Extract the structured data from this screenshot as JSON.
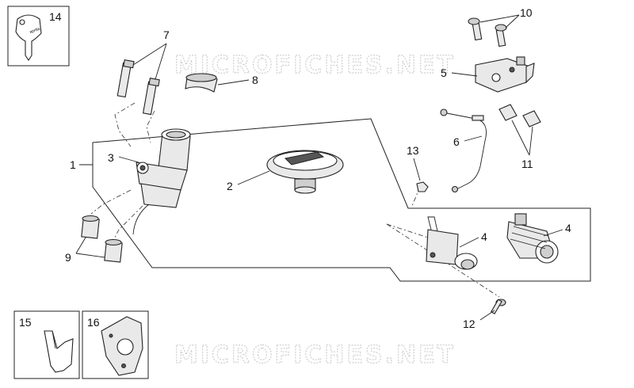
{
  "watermark": {
    "top": "MICROFICHES.NET",
    "bottom": "MICROFICHES.NET"
  },
  "callouts": {
    "c1": "1",
    "c2": "2",
    "c3": "3",
    "c4a": "4",
    "c4b": "4",
    "c5": "5",
    "c6": "6",
    "c7": "7",
    "c8": "8",
    "c9": "9",
    "c10": "10",
    "c11": "11",
    "c12": "12",
    "c13": "13",
    "c14": "14",
    "c15": "15",
    "c16": "16"
  },
  "key_brand": "aprilia"
}
